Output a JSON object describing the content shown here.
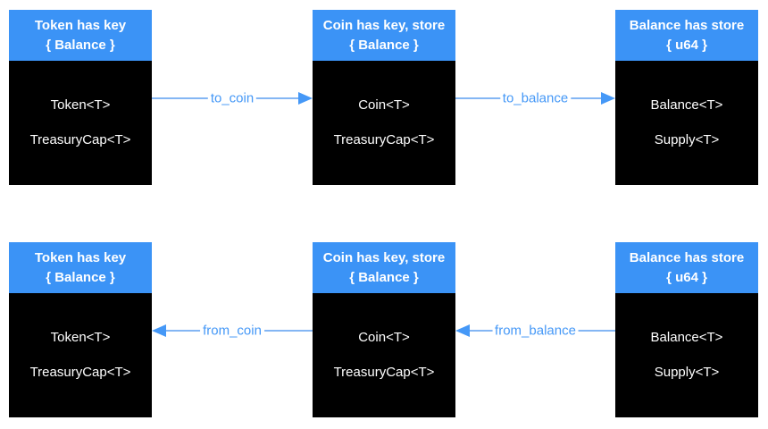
{
  "colors": {
    "header_blue": "#3b93f6",
    "arrow_label_blue": "#4598f7",
    "arrow_line_blue": "#84b6f4",
    "box_body_black": "#000000",
    "box_text_white": "#ffffff",
    "background": "#ffffff"
  },
  "boxes": [
    {
      "header_line1": "Token has key",
      "header_line2": "{ Balance }",
      "fields": [
        "Token<T>",
        "TreasuryCap<T>"
      ]
    },
    {
      "header_line1": "Coin has key, store",
      "header_line2": "{ Balance }",
      "fields": [
        "Coin<T>",
        "TreasuryCap<T>"
      ]
    },
    {
      "header_line1": "Balance has store",
      "header_line2": "{ u64 }",
      "fields": [
        "Balance<T>",
        "Supply<T>"
      ]
    },
    {
      "header_line1": "Token has key",
      "header_line2": "{ Balance }",
      "fields": [
        "Token<T>",
        "TreasuryCap<T>"
      ]
    },
    {
      "header_line1": "Coin has key, store",
      "header_line2": "{ Balance }",
      "fields": [
        "Coin<T>",
        "TreasuryCap<T>"
      ]
    },
    {
      "header_line1": "Balance has store",
      "header_line2": "{ u64 }",
      "fields": [
        "Balance<T>",
        "Supply<T>"
      ]
    }
  ],
  "arrows": [
    {
      "label": "to_coin",
      "direction": "right"
    },
    {
      "label": "to_balance",
      "direction": "right"
    },
    {
      "label": "from_coin",
      "direction": "left"
    },
    {
      "label": "from_balance",
      "direction": "left"
    }
  ]
}
